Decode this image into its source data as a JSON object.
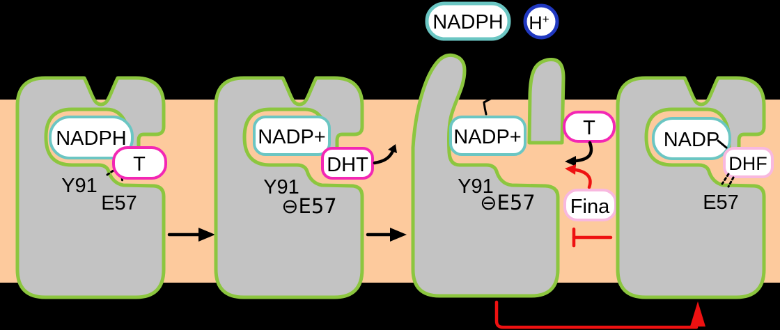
{
  "title": "Steroid reductase catalytic cycle diagram",
  "colors": {
    "background": "#000000",
    "membrane": "#FDCA9D",
    "enzyme_fill": "#C3C3C3",
    "enzyme_outline": "#8CC63F",
    "pill_fill": "#FFFFFF",
    "cofactor_border": "#6BC6C3",
    "substrate_border": "#F327B4",
    "inhibitor_border": "#F8B8DF",
    "proton_border": "#2038C0",
    "arrow_black": "#000000",
    "arrow_red": "#EE1111",
    "text": "#000000"
  },
  "top": {
    "nadph_label": "NADPH",
    "proton_base": "H",
    "proton_sup": "+"
  },
  "stages": [
    {
      "cofactor": "NADPH",
      "ligand": "T",
      "residue_y": "Y91",
      "residue_e": "E57"
    },
    {
      "cofactor": "NADP+",
      "ligand": "DHT",
      "residue_y": "Y91",
      "residue_e": "⊖E57"
    },
    {
      "cofactor": "NADP+",
      "ligand": "T",
      "inhibitor": "Fina",
      "residue_y": "Y91",
      "residue_e": "⊖E57"
    },
    {
      "cofactor": "NADP",
      "ligand": "DHF",
      "residue_e": "E57"
    }
  ]
}
